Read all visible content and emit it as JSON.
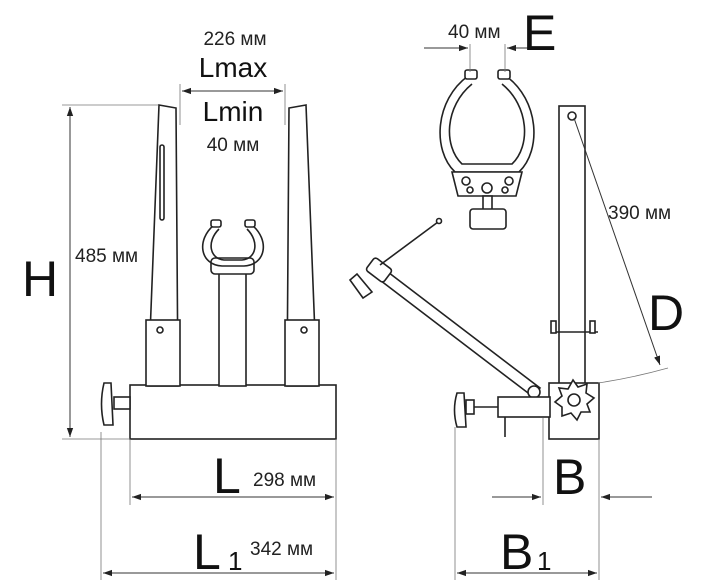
{
  "labels": {
    "lmax_value": "226 мм",
    "lmax": "Lmax",
    "lmin": "Lmin",
    "lmin_value": "40 мм",
    "h": "H",
    "h_value": "485 мм",
    "l": "L",
    "l_value": "298 мм",
    "l1": "L",
    "l1_sub": "1",
    "l1_value": "342 мм",
    "e": "E",
    "e_value": "40 мм",
    "d": "D",
    "d_value": "390 мм",
    "b": "B",
    "b1": "B",
    "b1_sub": "1"
  },
  "colors": {
    "line": "#222222",
    "background": "#ffffff"
  }
}
